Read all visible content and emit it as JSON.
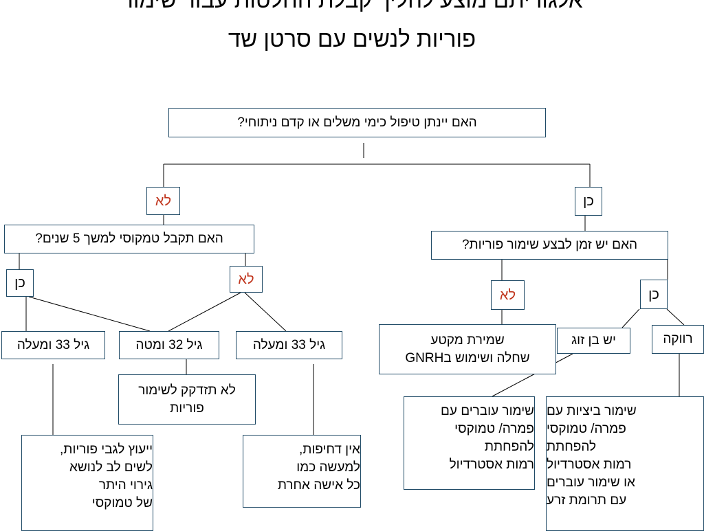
{
  "title": {
    "line1": "אלגוריתם מוצע להליך קבלת החלטות עבור שימור",
    "line2": "פוריות לנשים עם סרטן שד"
  },
  "colors": {
    "border": "#1f4a66",
    "no_label": "#c0341c",
    "line": "#000000"
  },
  "nodes": {
    "q_chemo": "האם יינתן טיפול כימי משלים או קדם ניתוחי?",
    "yes_1": "כן",
    "no_1": "לא",
    "q_time": "האם יש זמן לבצע שימור פוריות?",
    "q_tamoxifen": "האם תקבל טמקוסי למשך 5 שנים?",
    "time_yes": "כן",
    "time_no": "לא",
    "tam_yes": "כן",
    "tam_no": "לא",
    "single": "רווקה",
    "partner": "יש בן זוג",
    "ovary_preserve": [
      "שמירת מקטע",
      "שחלה ושימוש בGNRH"
    ],
    "age33_left": "גיל 33 ומעלה",
    "age32": "גיל 32 ומטה",
    "age33_right": "גיל 33 ומעלה",
    "no_need": [
      "לא תזדקק לשימור",
      "פוריות"
    ],
    "counsel": [
      "ייעוץ לגבי פוריות,",
      "לשים לב לנושא",
      "גירוי היתר",
      "של טמוקסי"
    ],
    "no_urgency": [
      "אין דחיפות,",
      "למעשה כמו",
      "כל אישה אחרת"
    ],
    "embryo": [
      "שימור עוברים עם",
      "פמרה/ טמוקסי",
      "להפחתת",
      "רמות אסטרדיול"
    ],
    "eggs": [
      "שימור ביציות עם",
      "פמרה/ טמוקסי",
      "להפחתת",
      "רמות אסטרדיול",
      " או שימור עוברים",
      "עם תרומת זרע"
    ]
  }
}
